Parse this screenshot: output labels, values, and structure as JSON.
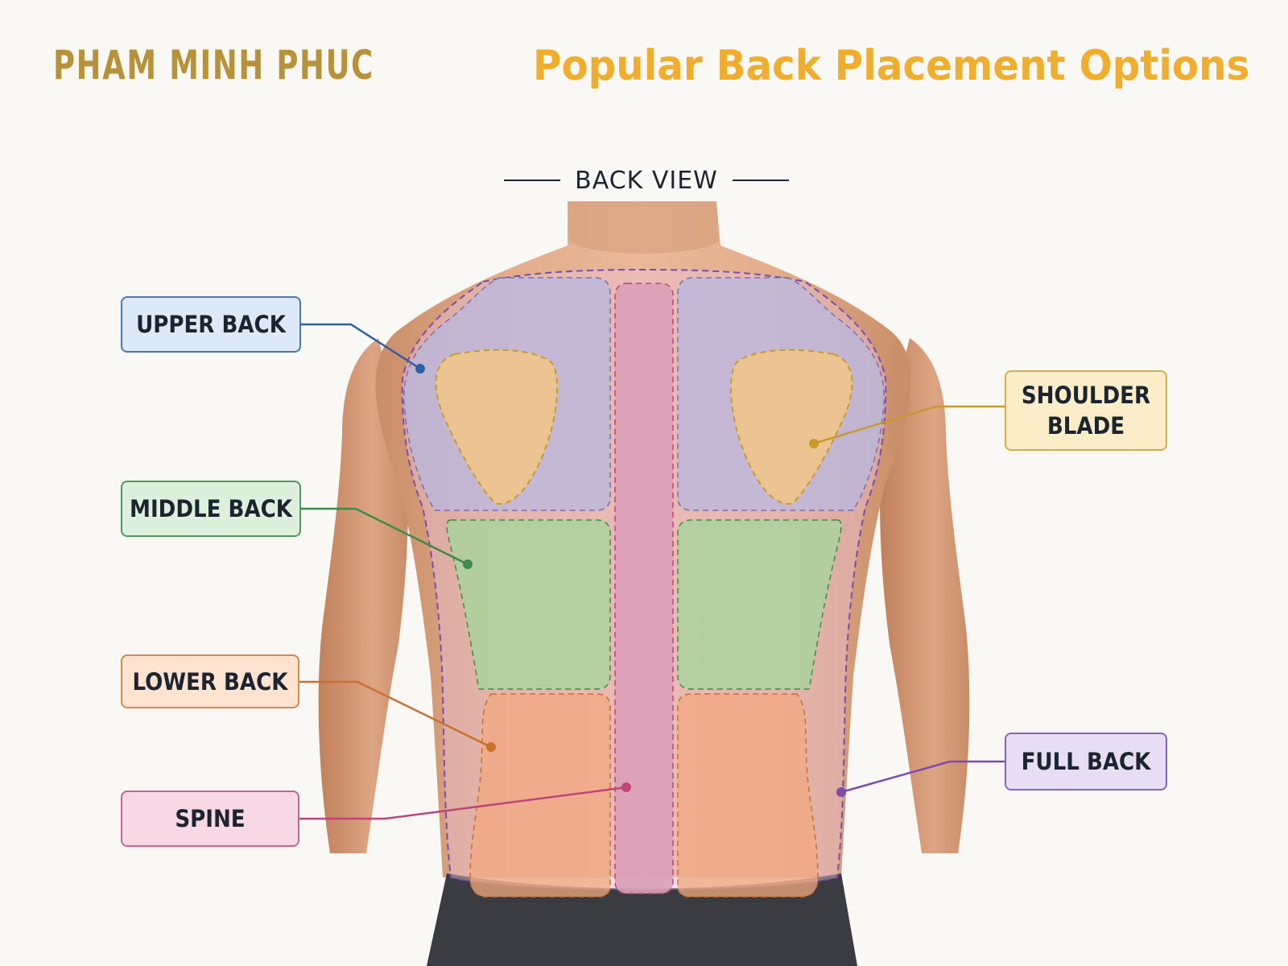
{
  "brand": {
    "name": "PHAM MINH PHUC"
  },
  "header": {
    "title": "Popular Back Placement Options"
  },
  "figure": {
    "view_label": "BACK VIEW"
  },
  "callouts": {
    "upper_back": "UPPER BACK",
    "middle_back": "MIDDLE BACK",
    "lower_back": "LOWER BACK",
    "spine": "SPINE",
    "shoulder_blade": "SHOULDER\nBLADE",
    "full_back": "FULL BACK"
  },
  "colors": {
    "title": "#f0ad2e",
    "brand": "#b8923a",
    "upper_back": "#2f5fa3",
    "middle_back": "#3d8a4c",
    "lower_back": "#c9702e",
    "spine": "#c0437a",
    "shoulder_blade": "#c99a2a",
    "full_back": "#7a4bb0"
  }
}
